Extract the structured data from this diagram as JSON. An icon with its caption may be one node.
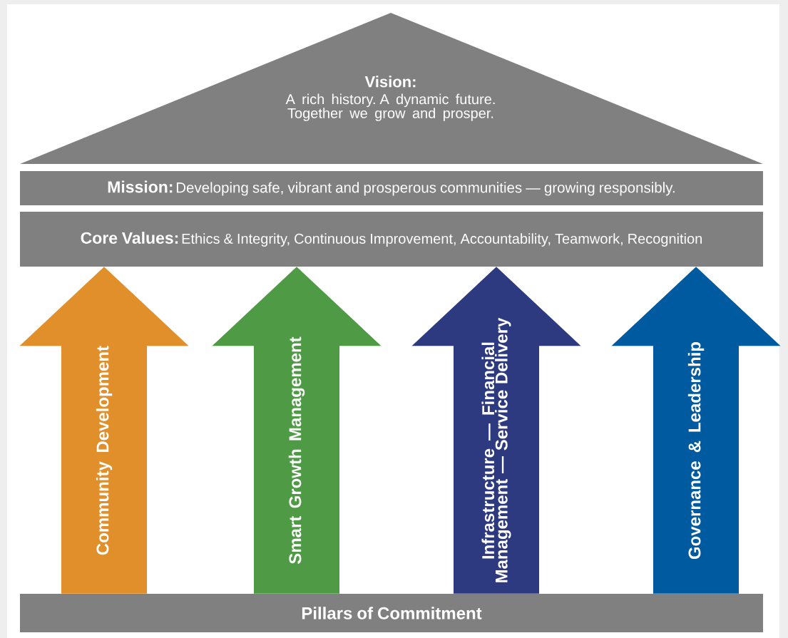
{
  "diagram": {
    "nodes": [
      {
        "text": [
          "Vision:",
          "A rich history. A dynamic future. Together we grow and prosper."
        ]
      },
      {
        "text": [
          "Mission:",
          "Developing safe, vibrant and prosperous communities — growing responsibly."
        ]
      },
      {
        "text": [
          "Core Values:",
          "Ethics & Integrity, Continuous Improvement, Accountability, Teamwork, Recognition"
        ]
      },
      {
        "text": [
          "Pillars of Commitment"
        ]
      }
    ],
    "edges": [
      {
        "from": 3,
        "to": 2,
        "arrow": "to",
        "label": "Community Development",
        "color": "#e08f2a"
      },
      {
        "from": 3,
        "to": 2,
        "arrow": "to",
        "label": "Smart Growth Management",
        "color": "#4e9a45"
      },
      {
        "from": 3,
        "to": 2,
        "arrow": "to",
        "label": "Infrastructure — Financial Management — Service Delivery",
        "color": "#2e3a80"
      },
      {
        "from": 3,
        "to": 2,
        "arrow": "to",
        "label": "Governance & Leadership",
        "color": "#005aa0"
      }
    ]
  }
}
